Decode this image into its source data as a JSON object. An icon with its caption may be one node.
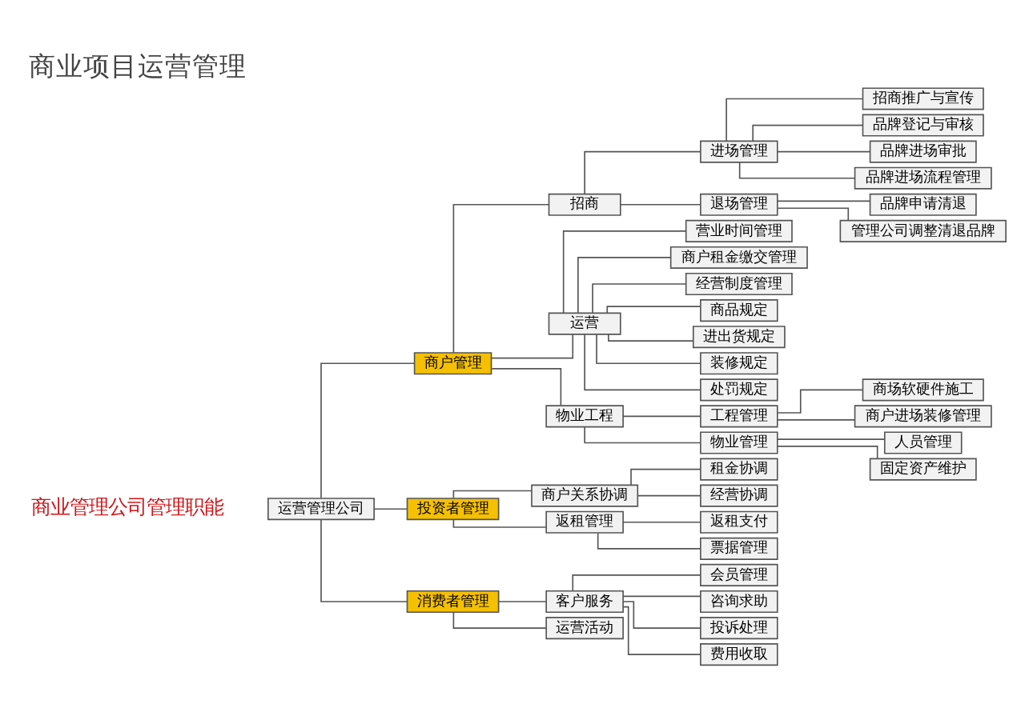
{
  "diagram": {
    "title": "商业项目运营管理",
    "nodes": [
      {
        "text": [
          "运营管理公司"
        ]
      },
      {
        "text": [
          "商户管理"
        ]
      },
      {
        "text": [
          "招商"
        ]
      },
      {
        "text": [
          "进场管理"
        ]
      },
      {
        "text": [
          "招商推广与宣传"
        ]
      },
      {
        "text": [
          "品牌登记与审核"
        ]
      },
      {
        "text": [
          "品牌进场审批"
        ]
      },
      {
        "text": [
          "品牌进场流程管理"
        ]
      },
      {
        "text": [
          "退场管理"
        ]
      },
      {
        "text": [
          "品牌申请清退"
        ]
      },
      {
        "text": [
          "管理公司调整清退品牌"
        ]
      },
      {
        "text": [
          "运营"
        ]
      },
      {
        "text": [
          "营业时间管理"
        ]
      },
      {
        "text": [
          "商户租金缴交管理"
        ]
      },
      {
        "text": [
          "经营制度管理"
        ]
      },
      {
        "text": [
          "商品规定"
        ]
      },
      {
        "text": [
          "进出货规定"
        ]
      },
      {
        "text": [
          "装修规定"
        ]
      },
      {
        "text": [
          "处罚规定"
        ]
      },
      {
        "text": [
          "物业工程"
        ]
      },
      {
        "text": [
          "工程管理"
        ]
      },
      {
        "text": [
          "商场软硬件施工"
        ]
      },
      {
        "text": [
          "商户进场装修管理"
        ]
      },
      {
        "text": [
          "物业管理"
        ]
      },
      {
        "text": [
          "人员管理"
        ]
      },
      {
        "text": [
          "固定资产维护"
        ]
      },
      {
        "text": [
          "投资者管理"
        ]
      },
      {
        "text": [
          "商户关系协调"
        ]
      },
      {
        "text": [
          "租金协调"
        ]
      },
      {
        "text": [
          "经营协调"
        ]
      },
      {
        "text": [
          "返租管理"
        ]
      },
      {
        "text": [
          "返租支付"
        ]
      },
      {
        "text": [
          "票据管理"
        ]
      },
      {
        "text": [
          "消费者管理"
        ]
      },
      {
        "text": [
          "客户服务"
        ]
      },
      {
        "text": [
          "会员管理"
        ]
      },
      {
        "text": [
          "咨询求助"
        ]
      },
      {
        "text": [
          "投诉处理"
        ]
      },
      {
        "text": [
          "费用收取"
        ]
      },
      {
        "text": [
          "运营活动"
        ]
      }
    ],
    "edges": [
      {
        "from": 0,
        "to": 1,
        "arrow": "none"
      },
      {
        "from": 1,
        "to": 2,
        "arrow": "none"
      },
      {
        "from": 2,
        "to": 3,
        "arrow": "none"
      },
      {
        "from": 3,
        "to": 4,
        "arrow": "none"
      },
      {
        "from": 3,
        "to": 5,
        "arrow": "none"
      },
      {
        "from": 3,
        "to": 6,
        "arrow": "none"
      },
      {
        "from": 3,
        "to": 7,
        "arrow": "none"
      },
      {
        "from": 2,
        "to": 8,
        "arrow": "none"
      },
      {
        "from": 8,
        "to": 9,
        "arrow": "none"
      },
      {
        "from": 8,
        "to": 10,
        "arrow": "none"
      },
      {
        "from": 1,
        "to": 11,
        "arrow": "none"
      },
      {
        "from": 11,
        "to": 12,
        "arrow": "none"
      },
      {
        "from": 11,
        "to": 13,
        "arrow": "none"
      },
      {
        "from": 11,
        "to": 14,
        "arrow": "none"
      },
      {
        "from": 11,
        "to": 15,
        "arrow": "none"
      },
      {
        "from": 11,
        "to": 16,
        "arrow": "none"
      },
      {
        "from": 11,
        "to": 17,
        "arrow": "none"
      },
      {
        "from": 11,
        "to": 18,
        "arrow": "none"
      },
      {
        "from": 1,
        "to": 19,
        "arrow": "none"
      },
      {
        "from": 19,
        "to": 20,
        "arrow": "none"
      },
      {
        "from": 20,
        "to": 21,
        "arrow": "none"
      },
      {
        "from": 20,
        "to": 22,
        "arrow": "none"
      },
      {
        "from": 19,
        "to": 23,
        "arrow": "none"
      },
      {
        "from": 23,
        "to": 24,
        "arrow": "none"
      },
      {
        "from": 23,
        "to": 25,
        "arrow": "none"
      },
      {
        "from": 0,
        "to": 26,
        "arrow": "none"
      },
      {
        "from": 26,
        "to": 27,
        "arrow": "none"
      },
      {
        "from": 27,
        "to": 28,
        "arrow": "none"
      },
      {
        "from": 27,
        "to": 29,
        "arrow": "none"
      },
      {
        "from": 26,
        "to": 30,
        "arrow": "none"
      },
      {
        "from": 30,
        "to": 31,
        "arrow": "none"
      },
      {
        "from": 30,
        "to": 32,
        "arrow": "none"
      },
      {
        "from": 0,
        "to": 33,
        "arrow": "none"
      },
      {
        "from": 33,
        "to": 34,
        "arrow": "none"
      },
      {
        "from": 34,
        "to": 35,
        "arrow": "none"
      },
      {
        "from": 34,
        "to": 36,
        "arrow": "none"
      },
      {
        "from": 34,
        "to": 37,
        "arrow": "none"
      },
      {
        "from": 34,
        "to": 38,
        "arrow": "none"
      },
      {
        "from": 33,
        "to": 39,
        "arrow": "none"
      }
    ],
    "labels": [
      "商业管理公司管理职能"
    ]
  }
}
